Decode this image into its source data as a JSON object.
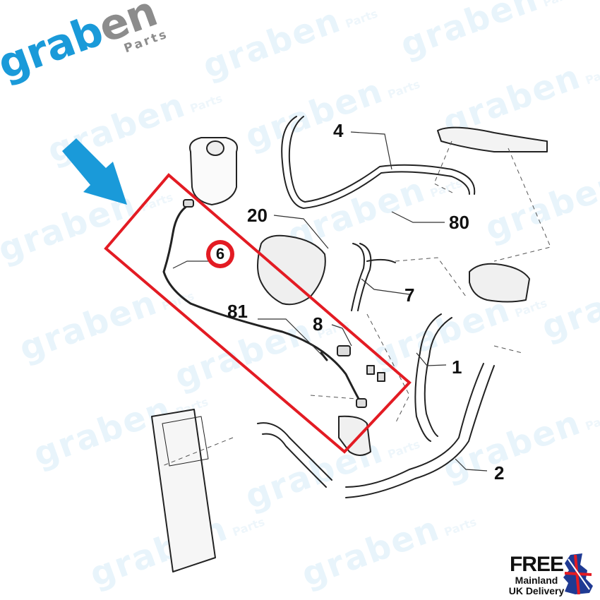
{
  "brand": {
    "logo_word_blue": "grab",
    "logo_word_grey": "en",
    "logo_sub": "Parts",
    "watermark_word": "graben",
    "watermark_sub": "Parts",
    "colors": {
      "blue": "#1a9ad9",
      "grey": "#8c8c8c",
      "highlight_red": "#e31b23"
    }
  },
  "diagram": {
    "callouts": [
      {
        "id": "4",
        "label": "4"
      },
      {
        "id": "20",
        "label": "20"
      },
      {
        "id": "80",
        "label": "80"
      },
      {
        "id": "6",
        "label": "6",
        "highlighted": true
      },
      {
        "id": "7",
        "label": "7"
      },
      {
        "id": "81",
        "label": "81"
      },
      {
        "id": "8",
        "label": "8"
      },
      {
        "id": "1",
        "label": "1"
      },
      {
        "id": "2",
        "label": "2"
      }
    ],
    "highlight_target": "6",
    "arrow_icon": "arrow-down-right-icon"
  },
  "promo": {
    "line1": "FREE",
    "line2": "Mainland",
    "line3": "UK Delivery",
    "icon": "uk-flag-map-icon"
  }
}
